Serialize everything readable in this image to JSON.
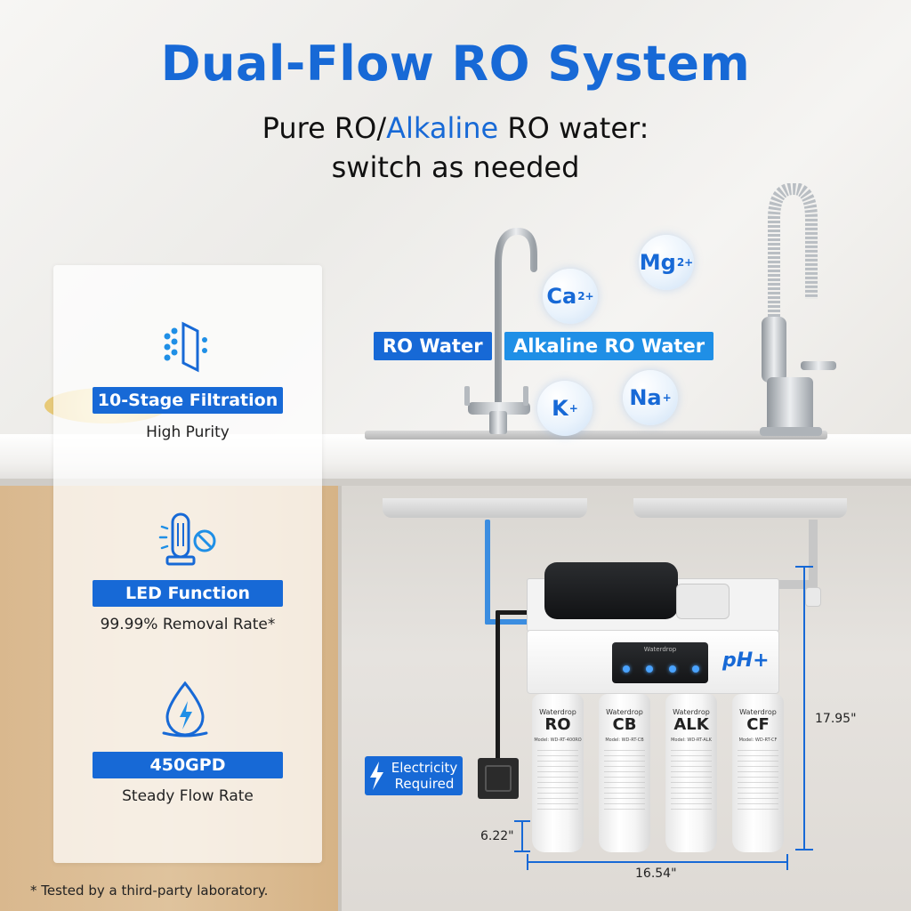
{
  "header": {
    "title": "Dual-Flow RO System",
    "subtitle_prefix": "Pure RO/",
    "subtitle_accent": "Alkaline",
    "subtitle_suffix": " RO water:",
    "subtitle_line2": "switch as needed"
  },
  "faucet_labels": {
    "ro_water": "RO Water",
    "alkaline_water": "Alkaline RO Water"
  },
  "minerals": [
    {
      "symbol": "Ca",
      "charge": "2+"
    },
    {
      "symbol": "Mg",
      "charge": "2+"
    },
    {
      "symbol": "K",
      "charge": "+"
    },
    {
      "symbol": "Na",
      "charge": "+"
    }
  ],
  "features": [
    {
      "icon": "filtration-icon",
      "label": "10-Stage Filtration",
      "desc": "High Purity"
    },
    {
      "icon": "led-lamp-icon",
      "label": "LED Function",
      "desc": "99.99% Removal Rate*"
    },
    {
      "icon": "water-drop-bolt-icon",
      "label": "450GPD",
      "desc": "Steady Flow Rate"
    }
  ],
  "device": {
    "brand": "Waterdrop",
    "ph_logo": "pH+",
    "filters": [
      {
        "brand": "Waterdrop",
        "code": "RO",
        "model": "Model: WD-RT-400RO"
      },
      {
        "brand": "Waterdrop",
        "code": "CB",
        "model": "Model: WD-RT-CB"
      },
      {
        "brand": "Waterdrop",
        "code": "ALK",
        "model": "Model: WD-RT-ALK"
      },
      {
        "brand": "Waterdrop",
        "code": "CF",
        "model": "Model: WD-RT-CF"
      }
    ]
  },
  "electricity_tag": {
    "line1": "Electricity",
    "line2": "Required"
  },
  "dimensions": {
    "height": "17.95\"",
    "depth": "6.22\"",
    "width": "16.54\""
  },
  "footnote": "* Tested by a third-party laboratory.",
  "colors": {
    "brand_blue": "#1769d6",
    "accent_blue": "#1f8fe6"
  }
}
